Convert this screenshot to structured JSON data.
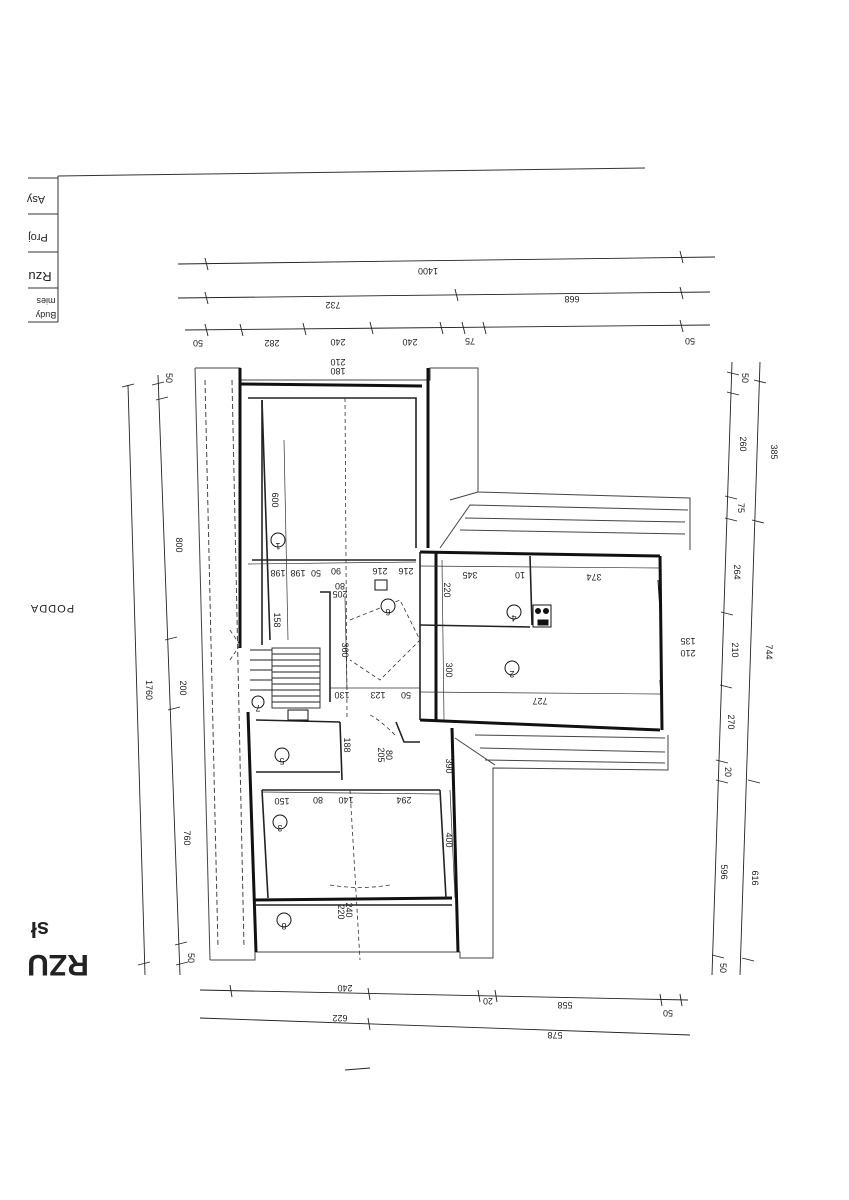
{
  "title_block": {
    "asy": "Asy",
    "proj": "Proj",
    "rzu": "Rzu",
    "mies": "mies",
    "budy": "Budy",
    "main": "RZU",
    "sub": "sł"
  },
  "side_label": "PODDA",
  "dims_top": {
    "overall": "1400",
    "left": "732",
    "right": "668",
    "d50a": "50",
    "d282": "282",
    "d240a": "240",
    "d240b": "240",
    "d75": "75",
    "d50b": "50"
  },
  "dims_top_room": {
    "d210": "210",
    "d180": "180"
  },
  "dims_bottom": {
    "d240": "240",
    "d20": "20",
    "d558": "558",
    "d50": "50",
    "d622": "622",
    "d578": "578"
  },
  "dims_left": {
    "d50a": "50",
    "d800": "800",
    "d1760": "1760",
    "d200": "200",
    "d760": "760",
    "d50b": "50"
  },
  "dims_right": {
    "d50": "50",
    "d260": "260",
    "d385": "385",
    "d75": "75",
    "d264": "264",
    "d744": "744",
    "d210": "210",
    "d270": "270",
    "d20": "20",
    "d596": "596",
    "d616": "616",
    "d50b": "50"
  },
  "rooms": {
    "r1": "1",
    "r2": "2",
    "r3": "3",
    "r4": "4",
    "r5": "5",
    "r6": "6",
    "r7": "7",
    "r8": "8"
  },
  "inner_dims": {
    "d600": "600",
    "d198a": "198",
    "d198b": "198",
    "d90": "90",
    "d50": "50",
    "d216a": "216",
    "d216b": "216",
    "d80a": "80",
    "d205a": "205",
    "d158": "158",
    "d360": "360",
    "d220": "220",
    "d345": "345",
    "d10": "10",
    "d374": "374",
    "d135": "135",
    "d210": "210",
    "d300": "300",
    "d727": "727",
    "d130": "130",
    "d123": "123",
    "d50b": "50",
    "d188": "188",
    "d80b": "80",
    "d205b": "205",
    "d390": "390",
    "d150": "150",
    "d80c": "80",
    "d140": "140",
    "d294": "294",
    "d400": "400",
    "d240": "240",
    "d220b": "220"
  }
}
